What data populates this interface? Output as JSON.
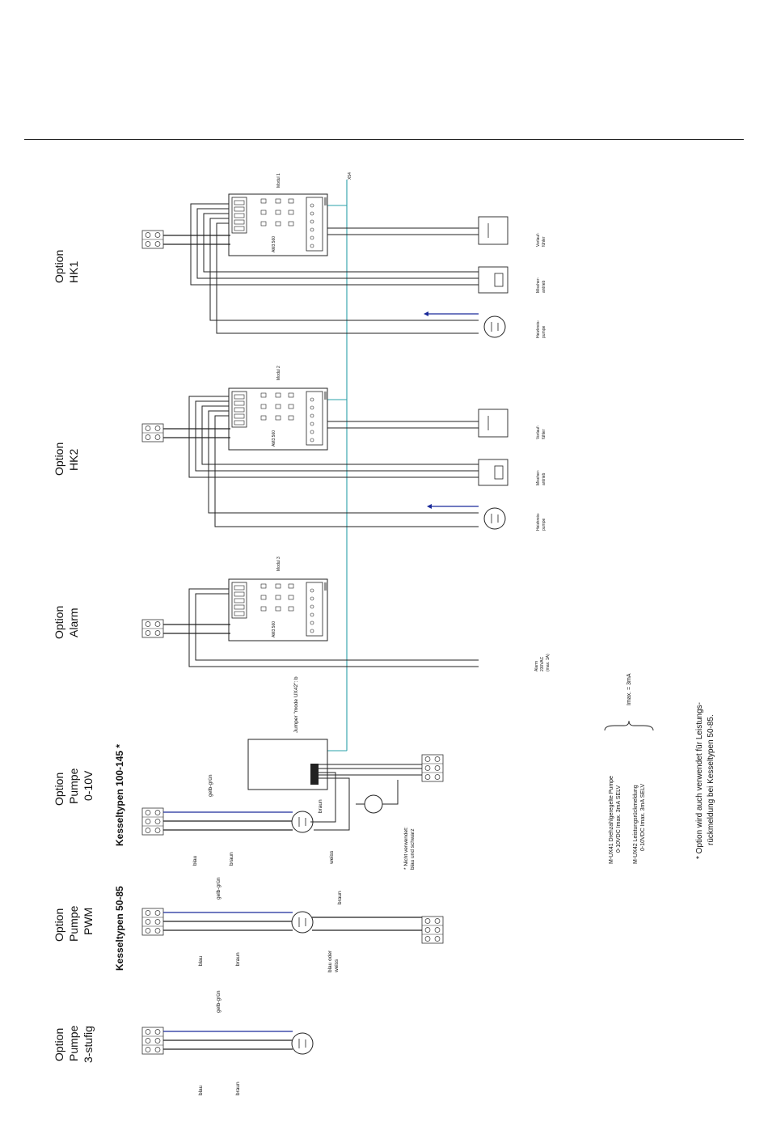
{
  "options": {
    "hk1": [
      "Option",
      "HK1"
    ],
    "hk2": [
      "Option",
      "HK2"
    ],
    "alarm": [
      "Option",
      "Alarm"
    ],
    "pump_010": [
      "Option",
      "Pumpe",
      "0-10V"
    ],
    "pump_pwm": [
      "Option",
      "Pumpe",
      "PWM"
    ],
    "pump_3": [
      "Option",
      "Pumpe",
      "3-stufig"
    ]
  },
  "sections": {
    "large": "Kesseltypen 100-145 *",
    "small": "Kesseltypen 50-85"
  },
  "modules": [
    "Modul 1",
    "Modul 2",
    "Modul 3"
  ],
  "module_type": "AM3.560",
  "components": {
    "flow_sensor": [
      "Vorlauf-",
      "fühler"
    ],
    "mixer": [
      "Mischer-",
      "antrieb"
    ],
    "pump": [
      "Heizkreis-",
      "pumpe"
    ],
    "alarm": [
      "Alarm",
      "230VAC",
      "(max. 1A)"
    ]
  },
  "wire_labels": {
    "gelbgruen": "gelb-grün",
    "blau": "blau",
    "braun": "braun",
    "weiss": "weiss",
    "blau_oder_weiss": [
      "blau oder",
      "weiss"
    ]
  },
  "jumper_label": "Jumper \"mode UX42\": b",
  "not_used": [
    "* Nicht verwendet:",
    "blau und schwarz"
  ],
  "ux_notes": {
    "ux41": [
      "M-UX41   Drehzahlgeregelte Pumpe",
      "0-10VDC  Imax. 3mA  SELV"
    ],
    "ux42": [
      "M-UX42   Leistungsrückmeldung",
      "0-10VDC  Imax. 3mA  SELV"
    ],
    "imax": "Imax. = 3mA"
  },
  "footnote": [
    "* Option wird auch verwendet für Leistungs-",
    "rückmeldung bei Kesseltypen 50-85."
  ],
  "cable_tag": "X54",
  "colors": {
    "ground_wire": "#1a2a9a",
    "bus_wire": "#2aa0a8",
    "wire": "#222222"
  }
}
